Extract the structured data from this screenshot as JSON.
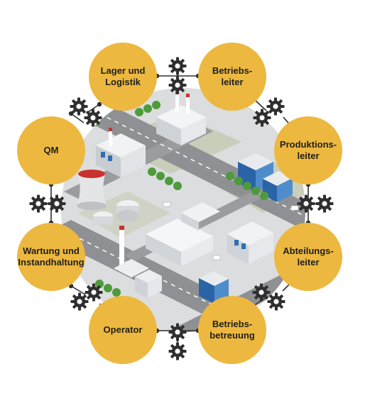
{
  "diagram": {
    "roles": [
      {
        "id": "lager",
        "label": "Lager und\nLogistik"
      },
      {
        "id": "betriebsleiter",
        "label": "Betriebs-\nleiter"
      },
      {
        "id": "produktionsleiter",
        "label": "Produktions-\nleiter"
      },
      {
        "id": "abteilungsleiter",
        "label": "Abteilungs-\nleiter"
      },
      {
        "id": "betriebsbetreuung",
        "label": "Betriebs-\nbetreuung"
      },
      {
        "id": "operator",
        "label": "Operator"
      },
      {
        "id": "wartung",
        "label": "Wartung und\nInstandhaltung"
      },
      {
        "id": "qm",
        "label": "QM"
      }
    ],
    "colors": {
      "circle": "#EDB83F",
      "gear": "#2f2f2f",
      "ground": "#d9dadb",
      "road": "#8e9094",
      "grass": "#c8cdb9",
      "tree": "#4e9b3c",
      "building": "#eef0f2",
      "glass": "#2f6fb3",
      "chimney_red": "#c8322c"
    },
    "icons": [
      "gear-icon",
      "city-illustration"
    ]
  }
}
